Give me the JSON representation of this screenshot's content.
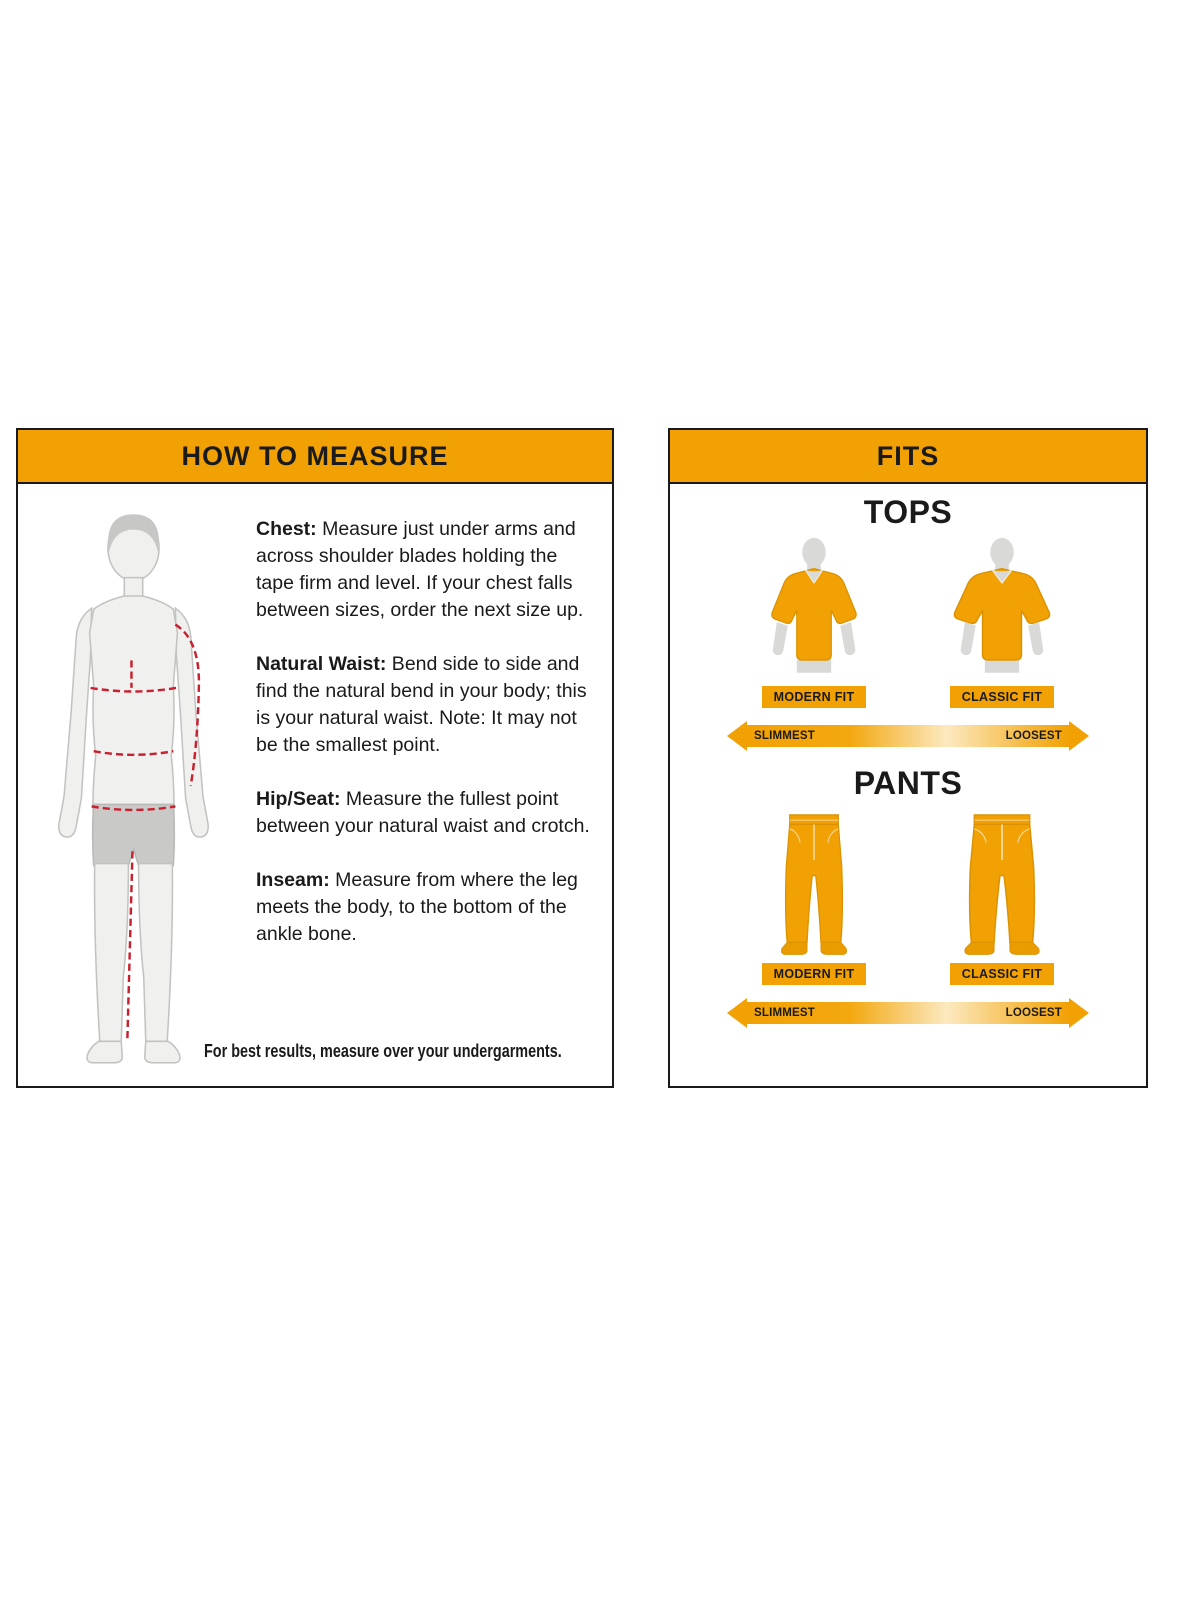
{
  "colors": {
    "gold": "#F2A104",
    "black": "#1A1A1A",
    "measure_line_red": "#C8202E"
  },
  "measure_panel": {
    "title": "HOW TO MEASURE",
    "sections": [
      {
        "label": "Chest:",
        "text": " Measure just under arms and across shoulder blades holding the tape firm and level. If your chest falls between sizes, order the next size up."
      },
      {
        "label": "Natural Waist:",
        "text": " Bend side to side and find the natural bend in your body; this is your natural waist. Note: It may not be the smallest point."
      },
      {
        "label": "Hip/Seat:",
        "text": " Measure the fullest point between your natural waist and crotch."
      },
      {
        "label": "Inseam:",
        "text": " Measure from where the leg meets the body, to the bottom of the ankle bone."
      }
    ],
    "footnote": "For best results, measure over your undergarments."
  },
  "fits_panel": {
    "title": "FITS",
    "tops": {
      "heading": "TOPS",
      "fits": [
        {
          "label": "MODERN FIT"
        },
        {
          "label": "CLASSIC FIT"
        }
      ],
      "scale": {
        "left": "SLIMMEST",
        "right": "LOOSEST"
      }
    },
    "pants": {
      "heading": "PANTS",
      "fits": [
        {
          "label": "MODERN FIT"
        },
        {
          "label": "CLASSIC FIT"
        }
      ],
      "scale": {
        "left": "SLIMMEST",
        "right": "LOOSEST"
      }
    }
  }
}
